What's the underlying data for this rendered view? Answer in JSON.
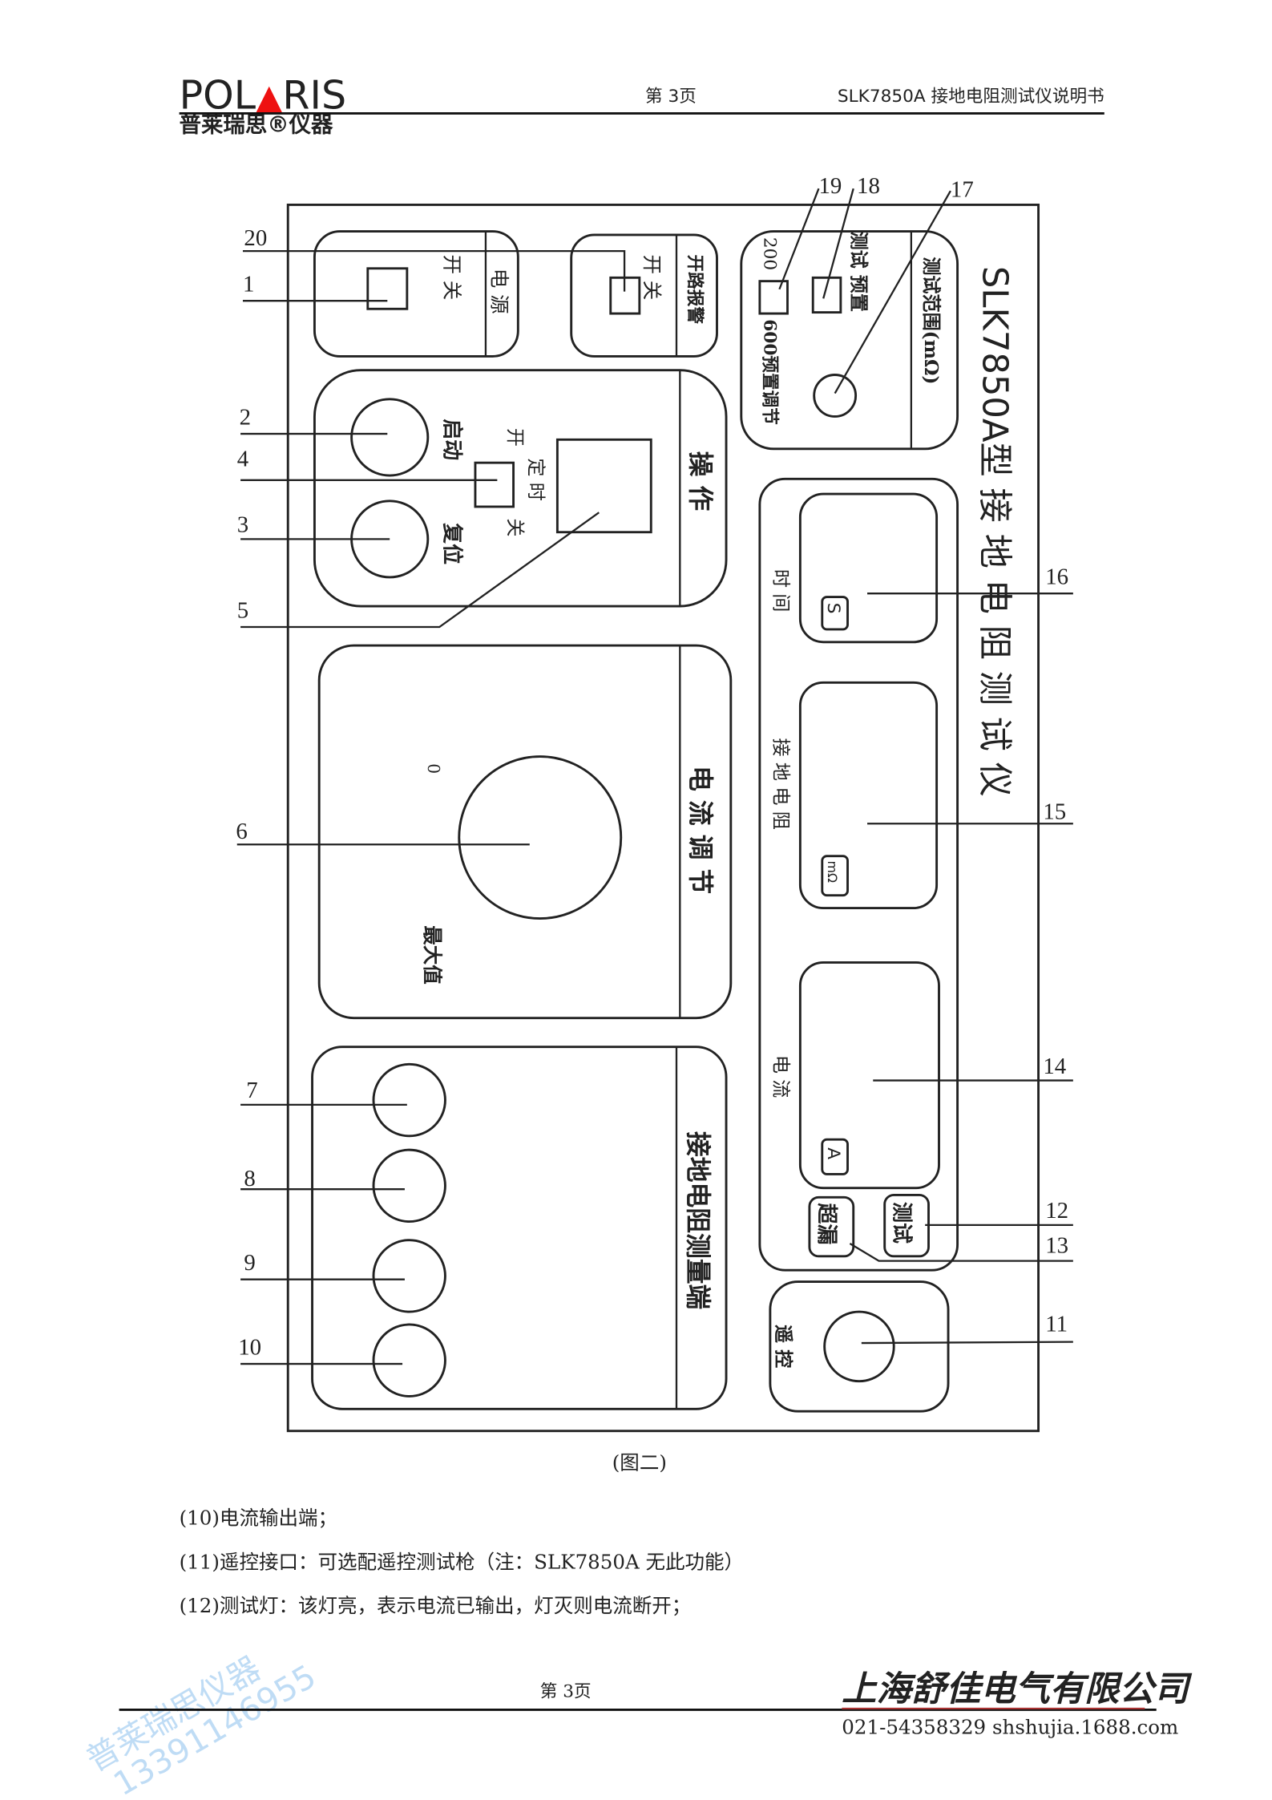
{
  "header": {
    "logo_text": "POLARIS",
    "logo_cn": "普莱瑞思®仪器",
    "page": "第 3页",
    "doc_title": "SLK7850A 接地电阻测试仪说明书"
  },
  "panel": {
    "title": "SLK7850A型 接 地 电 阻 测 试 仪",
    "power": {
      "label": "电 源",
      "switch": "开        关"
    },
    "alarm": {
      "label": "开路报警",
      "switch": "开        关"
    },
    "range": {
      "label": "测试范围(mΩ)",
      "preset": "测试 预置",
      "r200": "200",
      "r600": "600预置调节"
    },
    "operation": {
      "label": "操 作",
      "start": "启动",
      "reset": "复位",
      "timer_on": "开",
      "timer": "定 时",
      "timer_off": "关"
    },
    "current_adjust": {
      "label": "电 流 调 节",
      "zero": "0",
      "max": "最大值"
    },
    "terminals": {
      "label": "接地电阻测量端"
    },
    "displays": {
      "time_label": "时 间",
      "time_unit": "S",
      "res_label": "接 地 电 阻",
      "res_unit": "mΩ",
      "cur_label": "电     流",
      "cur_unit": "A"
    },
    "buttons": {
      "leak": "超漏",
      "test": "测试"
    },
    "remote": {
      "label": "遥 控"
    },
    "callouts": [
      "1",
      "2",
      "3",
      "4",
      "5",
      "6",
      "7",
      "8",
      "9",
      "10",
      "11",
      "12",
      "13",
      "14",
      "15",
      "16",
      "17",
      "18",
      "19",
      "20"
    ]
  },
  "caption": "(图二)",
  "body_lines": [
    "(10)电流输出端；",
    "(11)遥控接口：可选配遥控测试枪（注：SLK7850A 无此功能）",
    "(12)测试灯：该灯亮，表示电流已输出，灯灭则电流断开；"
  ],
  "footer": {
    "page": "第 3页",
    "company": "上海舒佳电气有限公司",
    "contact": "021-54358329 shshujia.1688.com"
  },
  "watermark": {
    "line1": "普莱瑞思仪器",
    "line2": "13391146955"
  }
}
